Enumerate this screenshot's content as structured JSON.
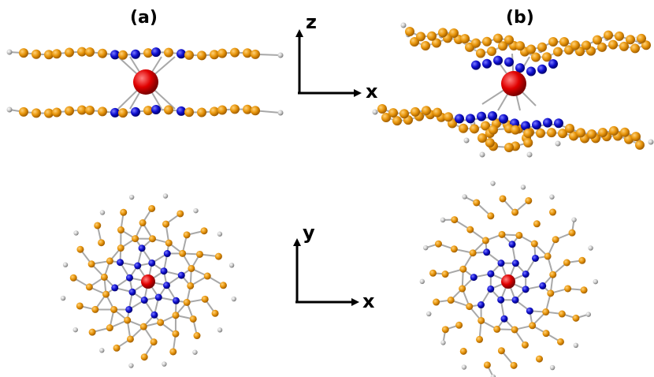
{
  "panels": {
    "a": {
      "label": "(a)"
    },
    "b": {
      "label": "(b)"
    }
  },
  "axes": {
    "side": {
      "vertical": "z",
      "horizontal": "x"
    },
    "top": {
      "vertical": "y",
      "horizontal": "x"
    }
  },
  "colors": {
    "carbon": "#e8960c",
    "nitrogen": "#1010d0",
    "hydrogen": "#c0c0c0",
    "metal": "#e00000",
    "bond": "#a8a8a8"
  }
}
